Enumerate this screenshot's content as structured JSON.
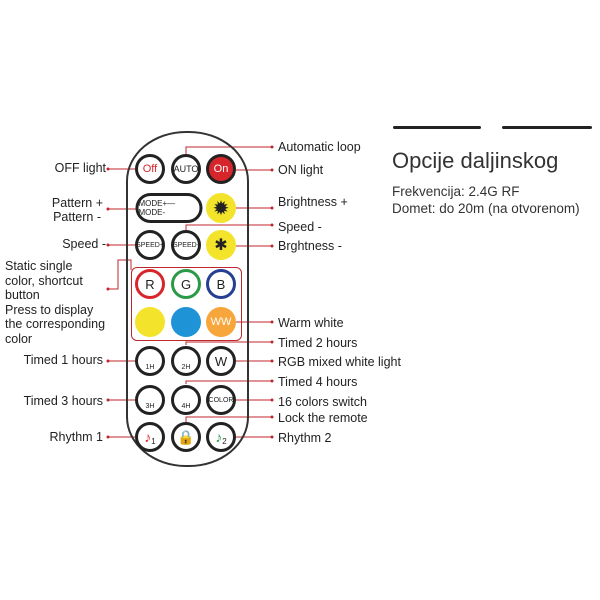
{
  "title": "Opcije daljinskog",
  "specs": [
    "Frekvencija: 2.4G RF",
    "Domet: do 20m (na otvorenom)"
  ],
  "colors": {
    "line": "#c0272d",
    "on": "#d7262b",
    "yellow": "#f3e32a",
    "blue": "#1e93d6",
    "ww": "#f6a63a",
    "red": "#d7262b",
    "green": "#2a9a48",
    "navy": "#263f93"
  },
  "buttons": {
    "off": "Off",
    "auto": "AUTO",
    "on": "On",
    "mode": "MODE+—MODE-",
    "speed_plus": "SPEED+",
    "speed_minus": "SPEED-",
    "r": "R",
    "g": "G",
    "b": "B",
    "ww": "WW",
    "t1": "1H",
    "t2": "2H",
    "w": "W",
    "t3": "3H",
    "t4": "4H",
    "color": "COLOR",
    "rh1": "1",
    "rh2": "2"
  },
  "left_labels": {
    "off": "OFF light",
    "pattern_plus": "Pattern +",
    "pattern_minus": "Pattern -",
    "speed": "Speed -",
    "static": [
      "Static single",
      "color, shortcut",
      "button",
      "Press to display",
      "the corresponding",
      "color"
    ],
    "timed1": "Timed 1 hours",
    "timed3": "Timed 3 hours",
    "rhythm1": "Rhythm 1"
  },
  "right_labels": {
    "auto": "Automatic loop",
    "on": "ON light",
    "bright_plus": "Brightness +",
    "speed": "Speed -",
    "bright_minus": "Brghtness -",
    "warm": "Warm white",
    "timed2": "Timed 2 hours",
    "rgbw": "RGB mixed white light",
    "timed4": "Timed 4 hours",
    "colors16": "16 colors switch",
    "lock": "Lock the remote",
    "rhythm2": "Rhythm 2"
  }
}
